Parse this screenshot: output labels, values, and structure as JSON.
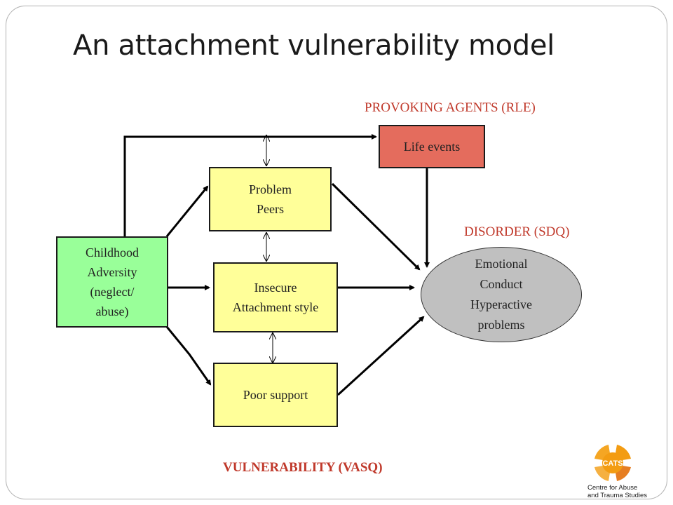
{
  "title": "An attachment vulnerability model",
  "labels": {
    "provoking": "PROVOKING AGENTS (RLE)",
    "disorder": "DISORDER (SDQ)",
    "vulnerability": "VULNERABILITY (VASQ)"
  },
  "nodes": {
    "life_events": "Life events",
    "problem_peers": [
      "Problem",
      "Peers"
    ],
    "childhood_adversity": [
      "Childhood",
      "Adversity",
      "(neglect/",
      "abuse)"
    ],
    "insecure_attachment": [
      "Insecure",
      "Attachment style"
    ],
    "poor_support": "Poor support",
    "outcome": [
      "Emotional",
      "Conduct",
      "Hyperactive",
      "problems"
    ]
  },
  "logo": {
    "mark": "CATS",
    "caption_line1": "Centre for Abuse",
    "caption_line2": "and Trauma Studies"
  },
  "colors": {
    "yellow_box": "#ffff99",
    "green_box": "#99ff99",
    "life_events_box": "#e46c5d",
    "outcome_ellipse": "#c0c0c0",
    "red_label": "#c0392b",
    "logo_orange": "#f39c12"
  }
}
